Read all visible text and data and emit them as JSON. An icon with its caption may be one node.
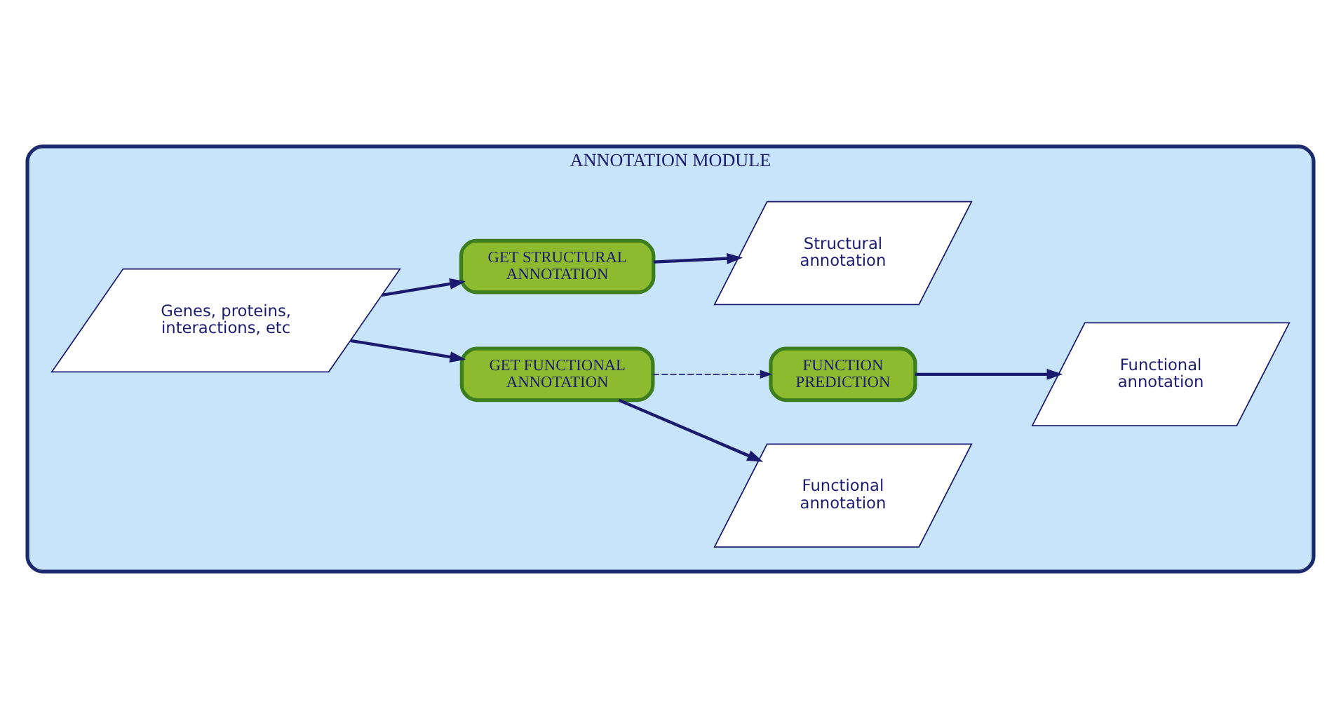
{
  "diagram": {
    "nodes": [
      {
        "text": [
          "ANNOTATION MODULE"
        ]
      },
      {
        "text": [
          "Genes, proteins, interactions, etc"
        ],
        "in": 0
      },
      {
        "text": [
          "GET FUNCTIONAL ANNOTATION"
        ],
        "in": 0
      },
      {
        "text": [
          "Functional annotation"
        ],
        "in": 0
      },
      {
        "text": [
          "FUNCTION PREDICTION"
        ],
        "in": 0
      },
      {
        "text": [
          "Functional annotation"
        ],
        "in": 0
      },
      {
        "text": [
          "GET STRUCTURAL ANNOTATION"
        ],
        "in": 0
      },
      {
        "text": [
          "Structural annotation"
        ],
        "in": 0
      }
    ],
    "edges": [
      {
        "from": 1,
        "to": 2,
        "arrow": "to"
      },
      {
        "from": 1,
        "to": 6,
        "arrow": "to"
      },
      {
        "from": 2,
        "to": 3,
        "arrow": "to"
      },
      {
        "from": 2,
        "to": 4,
        "arrow": "to",
        "style": "dashed"
      },
      {
        "from": 4,
        "to": 5,
        "arrow": "to"
      },
      {
        "from": 6,
        "to": 7,
        "arrow": "to"
      }
    ]
  }
}
